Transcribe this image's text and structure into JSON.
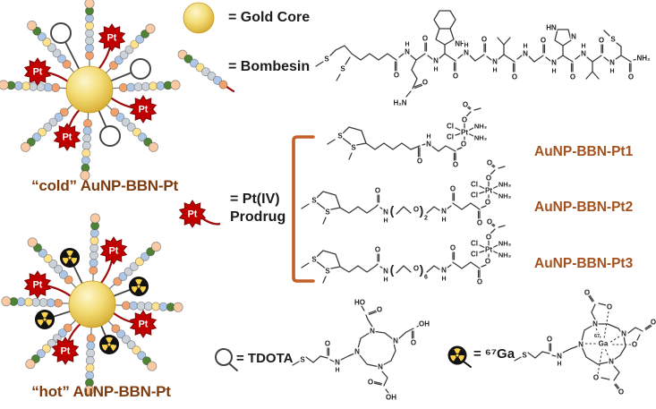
{
  "labels": {
    "cold": "“cold” AuNP-BBN-Pt",
    "hot": "“hot” AuNP-BBN-Pt",
    "pt1": "AuNP-BBN-Pt1",
    "pt2": "AuNP-BBN-Pt2",
    "pt3": "AuNP-BBN-Pt3"
  },
  "legend": {
    "gold_core": "= Gold Core",
    "bombesin": "= Bombesin",
    "pt_line1": "= Pt(IV)",
    "pt_line2": "Prodrug",
    "tdota": "= TDOTA",
    "ga67": "= ⁶⁷Ga"
  },
  "badge": {
    "pt": "Pt"
  },
  "colors": {
    "label_brown_left": "#7e3d10",
    "label_brown_right": "#a3511d",
    "pt_red": "#c00000",
    "pt_red_dark": "#9d0d0d",
    "bracket_orange": "#c45f28",
    "bond": "#3a3a3a",
    "bead_line": "#6a6a6a",
    "circle_line": "#454545",
    "radio_yellow": "#fbd24b",
    "radio_black": "#111111",
    "gold_hi": "#fdf6cd",
    "gold_mid": "#f3dc76",
    "gold_deep": "#ddb842",
    "gold_edge": "#c49a23"
  },
  "bead_colors": [
    "#f2a16c",
    "#aec7e6",
    "#ccd2da",
    "#ccd2da",
    "#ffe18e",
    "#aec7e6",
    "#4e8234",
    "#f7c9a5"
  ],
  "structures": {
    "bombesin": {
      "atoms": [
        "S",
        "S",
        "O",
        "H",
        "N",
        "O",
        "H₂N",
        "O",
        "N",
        "H",
        "NH",
        "O",
        "H",
        "N",
        "O",
        "N",
        "H",
        "O",
        "H",
        "N",
        "O",
        "N",
        "H",
        "HN",
        "N",
        "O",
        "H",
        "N",
        "O",
        "N",
        "H",
        "S",
        "O",
        "NH₂"
      ]
    },
    "pt1": {
      "atoms": [
        "S",
        "S",
        "O",
        "H",
        "N",
        "Cl",
        "Cl",
        "Pt",
        "NH₃",
        "NH₃",
        "O",
        "O",
        "O",
        "O"
      ]
    },
    "pt2": {
      "atoms": [
        "S",
        "S",
        "O",
        "N",
        "H",
        "(",
        "O",
        ")",
        "2",
        "N",
        "H",
        "O",
        "Cl",
        "Cl",
        "Pt",
        "NH₃",
        "NH₃",
        "O",
        "O",
        "O",
        "O"
      ]
    },
    "pt3": {
      "atoms": [
        "S",
        "S",
        "O",
        "N",
        "H",
        "(",
        "O",
        ")",
        "6",
        "N",
        "H",
        "O",
        "Cl",
        "Cl",
        "Pt",
        "NH₃",
        "NH₃",
        "O",
        "O",
        "O",
        "O"
      ]
    },
    "tdota": {
      "atoms": [
        "S",
        "O",
        "N",
        "H",
        "N",
        "N",
        "N",
        "N",
        "HO",
        "O",
        "OH",
        "O",
        "O",
        "OH"
      ]
    },
    "ga": {
      "atoms": [
        "S",
        "O",
        "N",
        "H",
        "N",
        "N",
        "N",
        "N",
        "Ga",
        "67",
        "O",
        "O",
        "O",
        "O",
        "O",
        "O"
      ]
    }
  }
}
